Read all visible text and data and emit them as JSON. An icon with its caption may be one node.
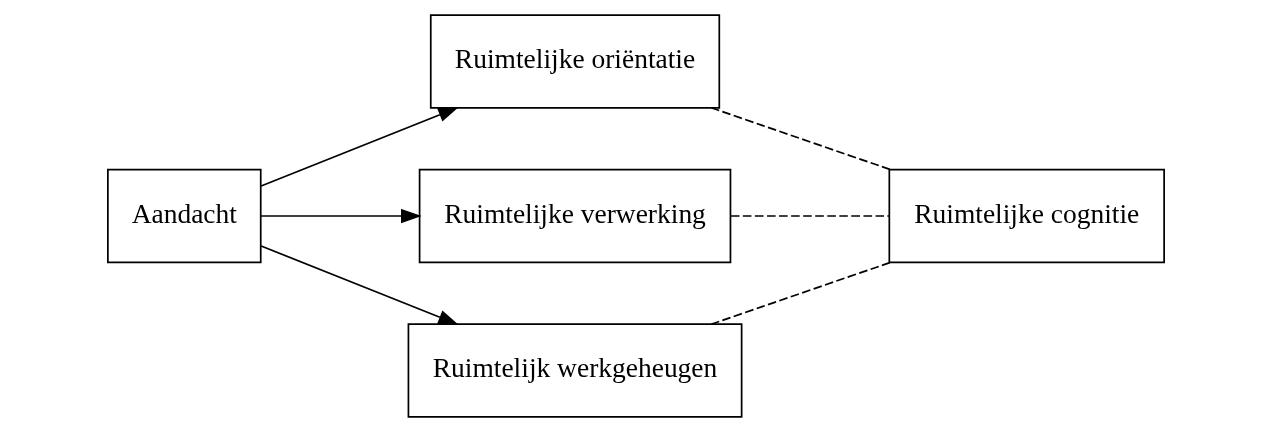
{
  "diagram": {
    "nodes": [
      {
        "text": [
          "Aandacht"
        ]
      },
      {
        "text": [
          "Ruimtelijke oriëntatie"
        ]
      },
      {
        "text": [
          "Ruimtelijke verwerking"
        ]
      },
      {
        "text": [
          "Ruimtelijk werkgeheugen"
        ]
      },
      {
        "text": [
          "Ruimtelijke cognitie"
        ]
      }
    ],
    "edges": [
      {
        "from": 0,
        "to": 1,
        "arrow": "to"
      },
      {
        "from": 0,
        "to": 2,
        "arrow": "to"
      },
      {
        "from": 0,
        "to": 3,
        "arrow": "to"
      },
      {
        "from": 1,
        "to": 4,
        "arrow": "none",
        "style": "dashed"
      },
      {
        "from": 2,
        "to": 4,
        "arrow": "none",
        "style": "dashed"
      },
      {
        "from": 3,
        "to": 4,
        "arrow": "none",
        "style": "dashed"
      }
    ]
  }
}
